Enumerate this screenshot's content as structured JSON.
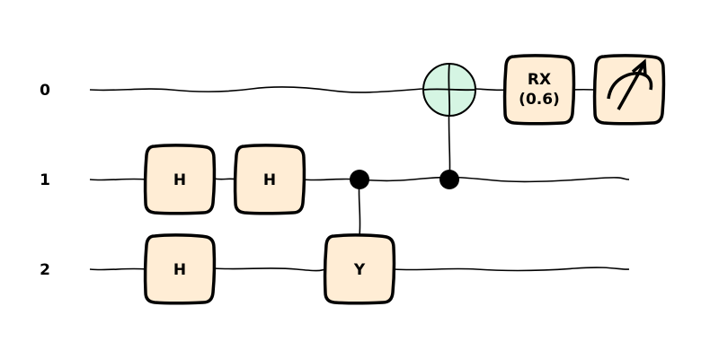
{
  "circuit": {
    "wires": [
      {
        "label": "0"
      },
      {
        "label": "1"
      },
      {
        "label": "2"
      }
    ],
    "gates": {
      "h_q1_a": "H",
      "h_q1_b": "H",
      "h_q2": "H",
      "y_q2": "Y",
      "rx_line1": "RX",
      "rx_line2": "(0.6)"
    },
    "colors": {
      "gate_fill": "#ffedd5",
      "target_fill": "#d5f5e3",
      "stroke": "#000000"
    },
    "icons": [
      "measurement-meter-icon",
      "cnot-target-icon",
      "control-dot-icon"
    ]
  }
}
